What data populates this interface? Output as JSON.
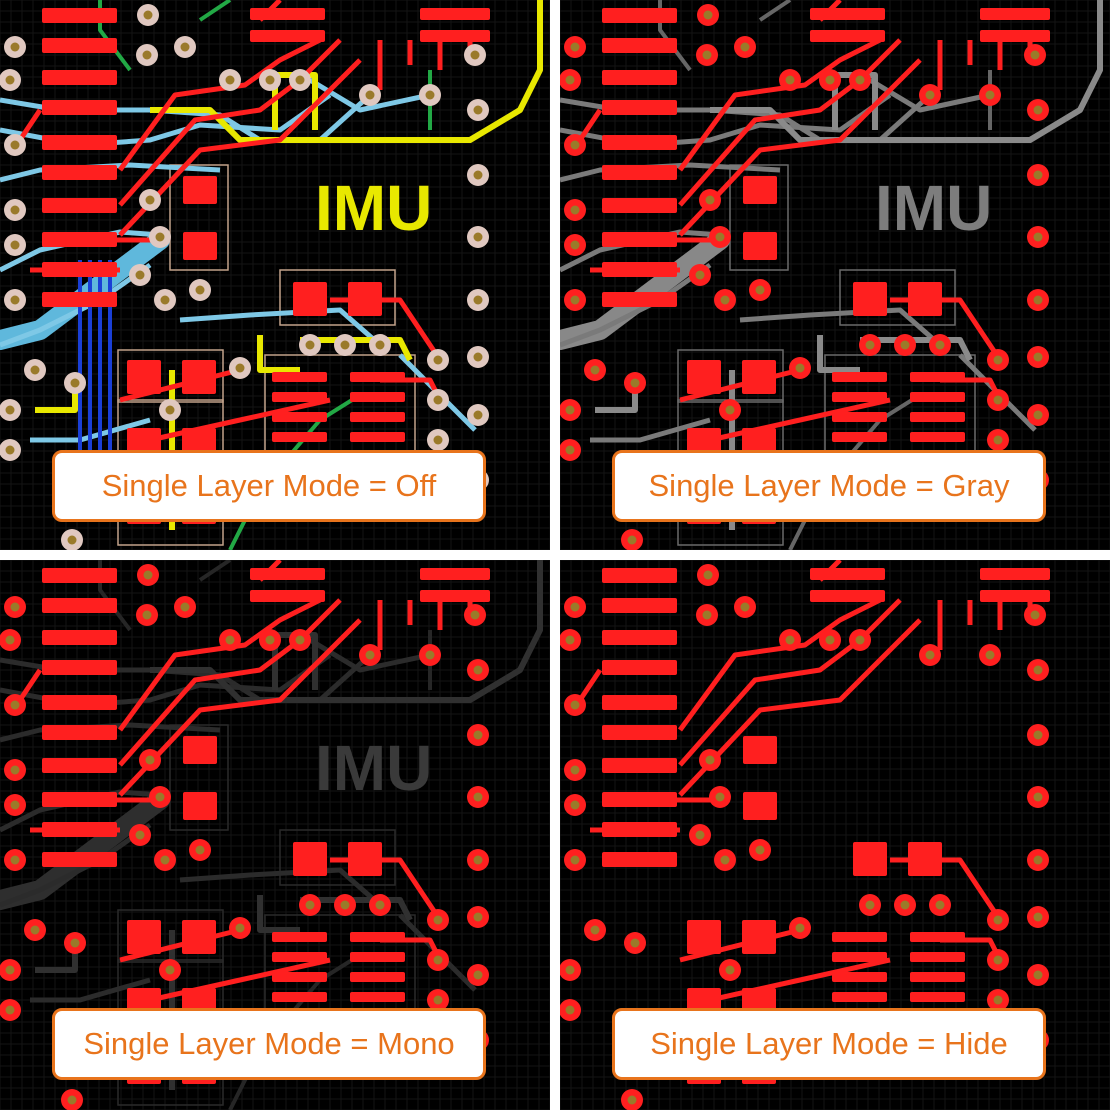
{
  "panels": [
    {
      "mode": "off",
      "caption": "Single Layer Mode = Off"
    },
    {
      "mode": "gray",
      "caption": "Single Layer Mode = Gray"
    },
    {
      "mode": "mono",
      "caption": "Single Layer Mode = Mono"
    },
    {
      "mode": "hide",
      "caption": "Single Layer Mode = Hide"
    }
  ],
  "silkscreen_label": "IMU",
  "colors": {
    "copper_top": "#ff1f1f",
    "via_ring": "#e0c8c0",
    "via_hole": "#9a7a2a",
    "trace_blue": "#7ec8e6",
    "trace_yellow": "#e8e800",
    "trace_green": "#22a845",
    "caption_accent": "#e8741c",
    "background": "#000000"
  }
}
